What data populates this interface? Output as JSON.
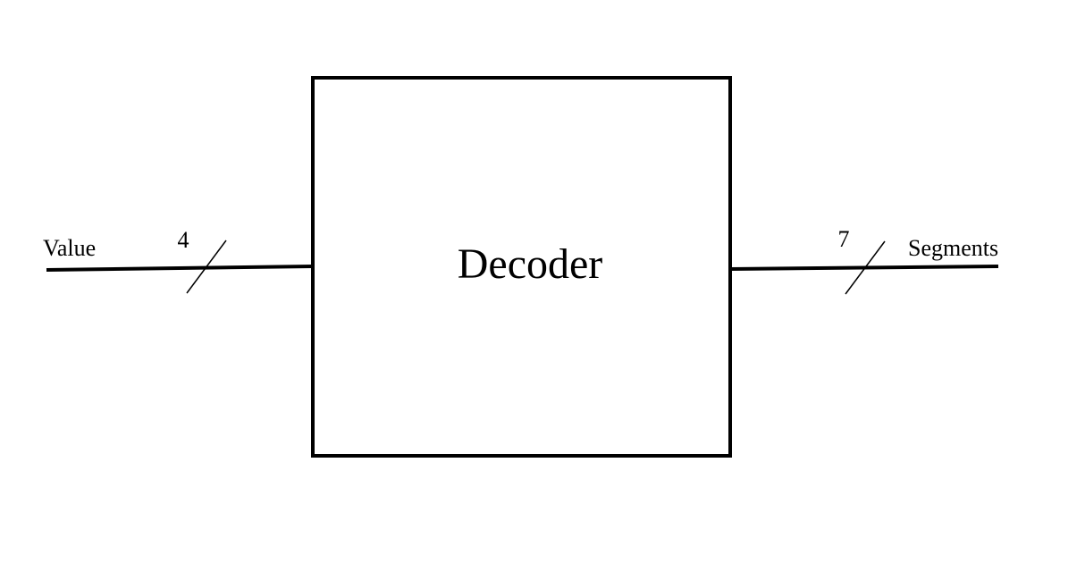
{
  "diagram": {
    "block": {
      "label": "Decoder"
    },
    "input": {
      "signal_name": "Value",
      "bus_width": "4"
    },
    "output": {
      "signal_name": "Segments",
      "bus_width": "7"
    },
    "colors": {
      "stroke": "#000000",
      "background": "#ffffff"
    }
  }
}
